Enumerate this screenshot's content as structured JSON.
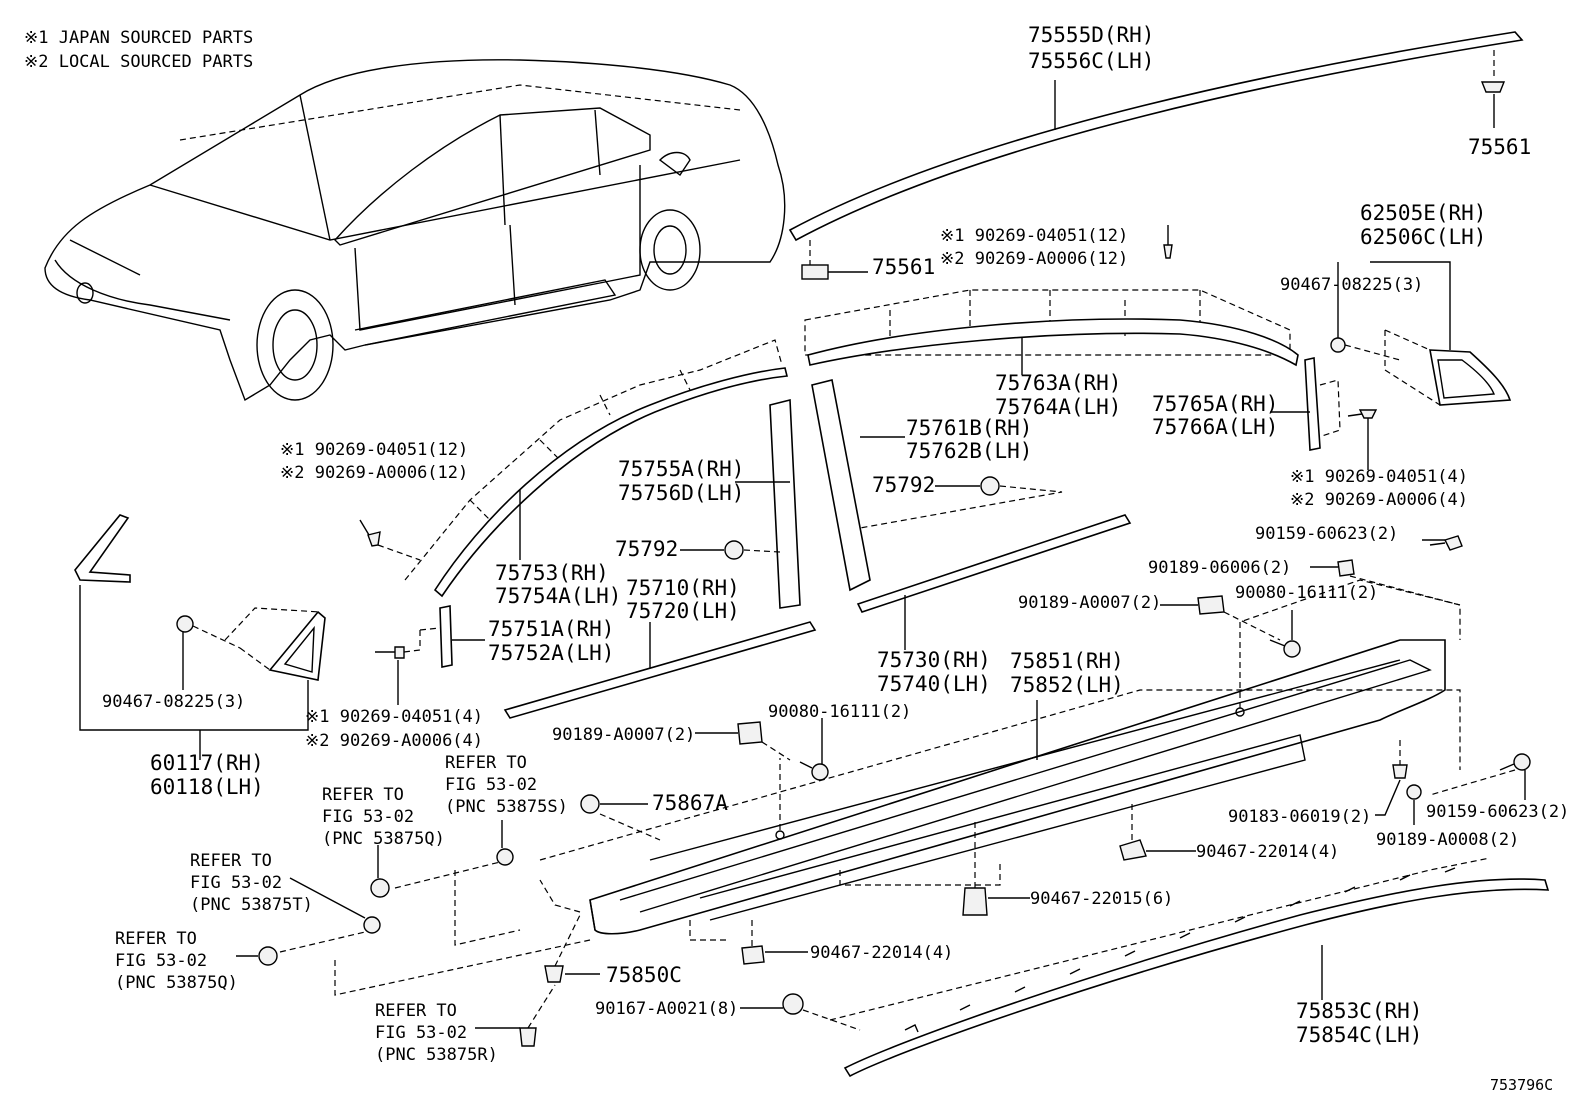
{
  "notes": {
    "note1": "※1 JAPAN SOURCED PARTS",
    "note2": "※2 LOCAL SOURCED PARTS"
  },
  "diagram_code": "753796C",
  "labels": {
    "l75555d": "75555D(RH)",
    "l75556c": "75556C(LH)",
    "l75561a": "75561",
    "l75561b": "75561",
    "l62505e": "62505E(RH)",
    "l62506c": "62506C(LH)",
    "l90467_08225_r": "90467-08225(3)",
    "l90269_04051_12_top": "※1 90269-04051(12)",
    "l90269_a0006_12_top": "※2 90269-A0006(12)",
    "l75763a": "75763A(RH)",
    "l75764a": "75764A(LH)",
    "l75765a": "75765A(RH)",
    "l75766a": "75766A(LH)",
    "l90269_04051_4_r": "※1 90269-04051(4)",
    "l90269_a0006_4_r": "※2 90269-A0006(4)",
    "l75761b": "75761B(RH)",
    "l75762b": "75762B(LH)",
    "l75792a": "75792",
    "l75792b": "75792",
    "l75755a": "75755A(RH)",
    "l75756d": "75756D(LH)",
    "l90269_04051_12_l": "※1 90269-04051(12)",
    "l90269_a0006_12_l": "※2 90269-A0006(12)",
    "l75753": "75753(RH)",
    "l75754a": "75754A(LH)",
    "l75710": "75710(RH)",
    "l75720": "75720(LH)",
    "l75751a": "75751A(RH)",
    "l75752a": "75752A(LH)",
    "l90467_08225_l": "90467-08225(3)",
    "l60117": "60117(RH)",
    "l60118": "60118(LH)",
    "l90269_04051_4_l": "※1 90269-04051(4)",
    "l90269_a0006_4_l": "※2 90269-A0006(4)",
    "l90159_60623_a": "90159-60623(2)",
    "l90189_06006": "90189-06006(2)",
    "l90189_a0007_r": "90189-A0007(2)",
    "l90080_16111_r": "90080-16111(2)",
    "l75730": "75730(RH)",
    "l75740": "75740(LH)",
    "l75851": "75851(RH)",
    "l75852": "75852(LH)",
    "l90189_a0007_l": "90189-A0007(2)",
    "l90080_16111_l": "90080-16111(2)",
    "l75867a": "75867A",
    "l90183_06019": "90183-06019(2)",
    "l90159_60623_b": "90159-60623(2)",
    "l90189_a0008": "90189-A0008(2)",
    "l90467_22014_r": "90467-22014(4)",
    "l90467_22015": "90467-22015(6)",
    "l90467_22014_l": "90467-22014(4)",
    "l75850c": "75850C",
    "l90167_a0021": "90167-A0021(8)",
    "l75853c": "75853C(RH)",
    "l75854c": "75854C(LH)"
  },
  "refers": {
    "r1": {
      "a": "REFER TO",
      "b": "FIG 53-02",
      "c": "(PNC 53875S)"
    },
    "r2": {
      "a": "REFER TO",
      "b": "FIG 53-02",
      "c": "(PNC 53875Q)"
    },
    "r3": {
      "a": "REFER TO",
      "b": "FIG 53-02",
      "c": "(PNC 53875T)"
    },
    "r4": {
      "a": "REFER TO",
      "b": "FIG 53-02",
      "c": "(PNC 53875Q)"
    },
    "r5": {
      "a": "REFER TO",
      "b": "FIG 53-02",
      "c": "(PNC 53875R)"
    }
  }
}
